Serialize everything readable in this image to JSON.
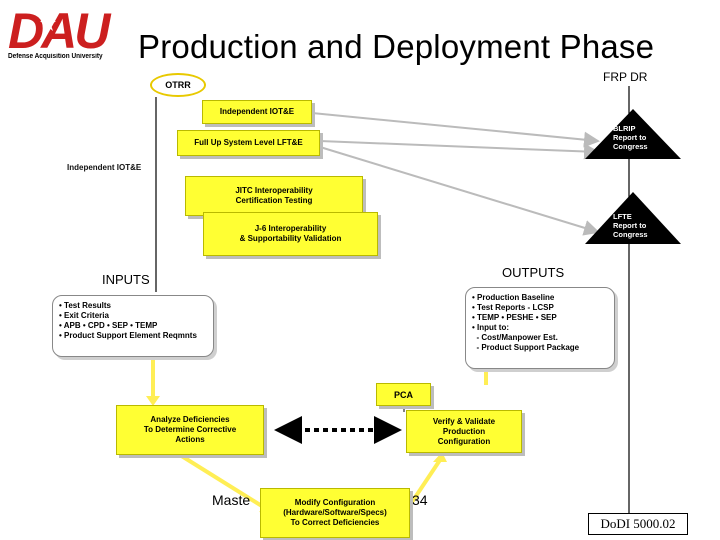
{
  "header": {
    "logo_text": "DAU",
    "logo_subtitle": "Defense Acquisition University",
    "title": "Production and Deployment Phase"
  },
  "top_section": {
    "otrr": "OTRR",
    "frp_dr": "FRP DR",
    "boxes": {
      "independent_iote": "Independent IOT&E",
      "full_up_lfte": "Full Up System Level LFT&E",
      "jitc": "JITC Interoperability\nCertification Testing",
      "j6": "J-6 Interoperability\n& Supportability Validation"
    },
    "side_label": "Independent IOT&E",
    "triangles": {
      "blrip": "BLRIP\nReport to\nCongress",
      "lfte": "LFTE\nReport to\nCongress"
    }
  },
  "bottom_section": {
    "inputs_label": "INPUTS",
    "outputs_label": "OUTPUTS",
    "inputs_items": [
      "• Test Results",
      "• Exit Criteria",
      "• APB   • CPD  • SEP  • TEMP",
      "• Product Support Element Reqmnts"
    ],
    "outputs_items": [
      "• Production Baseline",
      "• Test Reports - LCSP",
      "• TEMP   • PESHE   • SEP",
      "• Input to:",
      "  - Cost/Manpower Est.",
      "  - Product Support Package"
    ],
    "pca": "PCA",
    "analyze": "Analyze Deficiencies\nTo Determine Corrective\nActions",
    "verify": "Verify & Validate\nProduction\nConfiguration",
    "modify": "Modify Configuration\n(Hardware/Software/Specs)\nTo Correct Deficiencies",
    "master_left": "Maste",
    "master_right": "34",
    "reference": "DoDI 5000.02"
  },
  "colors": {
    "box_fill": "#ffff33",
    "arrow_yellow": "#ffee55",
    "logo_red": "#cc1f1f",
    "arrow_gray": "#bbbbbb"
  }
}
